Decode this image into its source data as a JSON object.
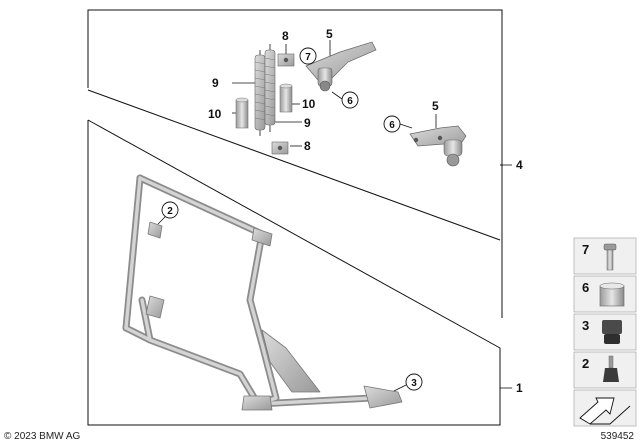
{
  "callouts": {
    "frame_stand": "1",
    "spring_a": "9",
    "spring_b": "9",
    "sleeve_a": "10",
    "sleeve_b": "10",
    "plate_top": "8",
    "plate_bottom": "8",
    "lever_top": "5",
    "lever_right": "5",
    "kit": "4",
    "circ_bolt": "7",
    "circ_bush_top": "6",
    "circ_bush_right": "6",
    "circ_buffer": "2",
    "circ_footpeg": "3"
  },
  "legend": {
    "items": [
      {
        "num": "7",
        "part": "bolt-icon"
      },
      {
        "num": "6",
        "part": "bushing-icon"
      },
      {
        "num": "3",
        "part": "rubber-stop-icon"
      },
      {
        "num": "2",
        "part": "buffer-icon"
      }
    ]
  },
  "footer": {
    "copyright": "© 2023 BMW AG",
    "diagram_number": "539452"
  },
  "colors": {
    "metal": "#b4b4b4",
    "metal_dark": "#7d7d7d",
    "rubber": "#3a3a3a",
    "legend_bg": "#f0f0f0"
  }
}
